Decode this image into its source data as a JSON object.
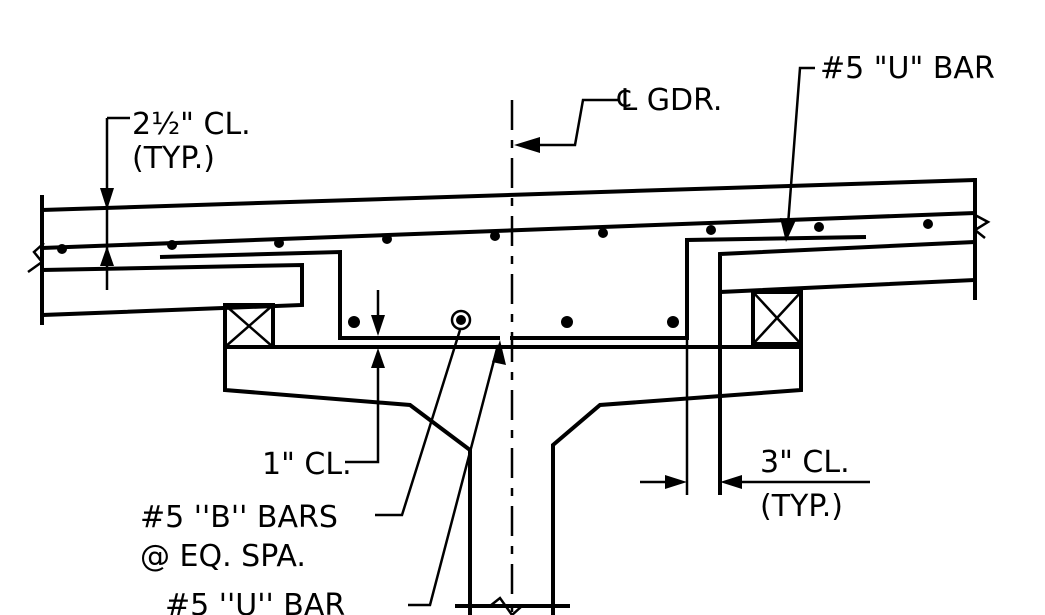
{
  "labels": {
    "cover_top": "2½\" CL.",
    "cover_top_typ": "(TYP.)",
    "centerline": "℄ GDR.",
    "u_bar_top": "#5  \"U\" BAR",
    "one_inch_cl": "1\" CL.",
    "b_bars": "#5  ''B'' BARS",
    "b_bars_spacing": "@ EQ. SPA.",
    "three_inch_cl": "3\" CL.",
    "three_inch_typ": "(TYP.)",
    "u_bar_bottom": "#5  ''U'' BAR"
  }
}
